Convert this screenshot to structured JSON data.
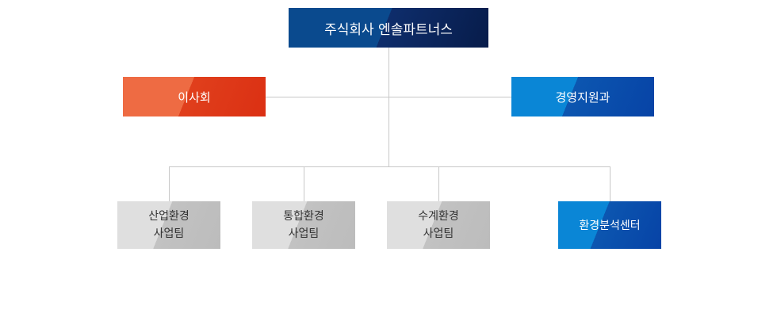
{
  "org_chart": {
    "top": "주식회사 엔솔파트너스",
    "left_unit": "이사회",
    "right_unit": "경영지원과",
    "teams": [
      {
        "line1": "산업환경",
        "line2": "사업팀"
      },
      {
        "line1": "통합환경",
        "line2": "사업팀"
      },
      {
        "line1": "수계환경",
        "line2": "사업팀"
      }
    ],
    "center": "환경분석센터"
  },
  "colors": {
    "top_navy": "#0a4a8e",
    "board_orange": "#ee6b43",
    "support_blue": "#0a86d6",
    "team_gray": "#dfdfdf",
    "line_gray": "#c8c8c8"
  }
}
